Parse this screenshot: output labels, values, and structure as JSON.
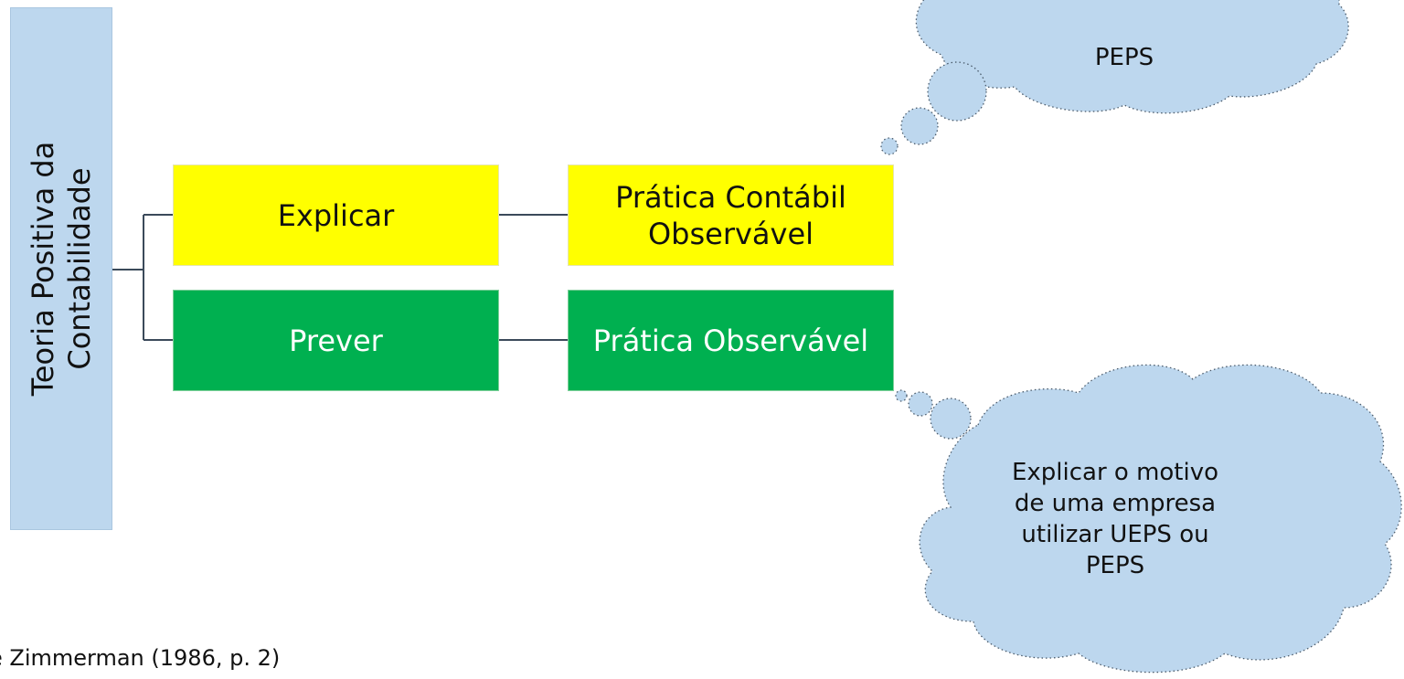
{
  "root": {
    "line1": "Teoria Positiva da",
    "line2": "Contabilidade"
  },
  "nodes": {
    "explicar": "Explicar",
    "pratica_contabil_line1": "Prática Contábil",
    "pratica_contabil_line2": "Observável",
    "prever": "Prever",
    "pratica_observavel": "Prática Observável"
  },
  "clouds": {
    "top_visible_text": "PEPS",
    "bottom_lines": [
      "Explicar o motivo",
      "de uma empresa",
      "utilizar UEPS ou",
      "PEPS"
    ]
  },
  "caption": "e Zimmerman (1986, p. 2)",
  "colors": {
    "root_fill": "#bdd7ee",
    "explain_fill": "#ffff00",
    "predict_fill": "#00b050",
    "cloud_fill": "#bdd7ee",
    "connector": "#3b4a5a"
  }
}
